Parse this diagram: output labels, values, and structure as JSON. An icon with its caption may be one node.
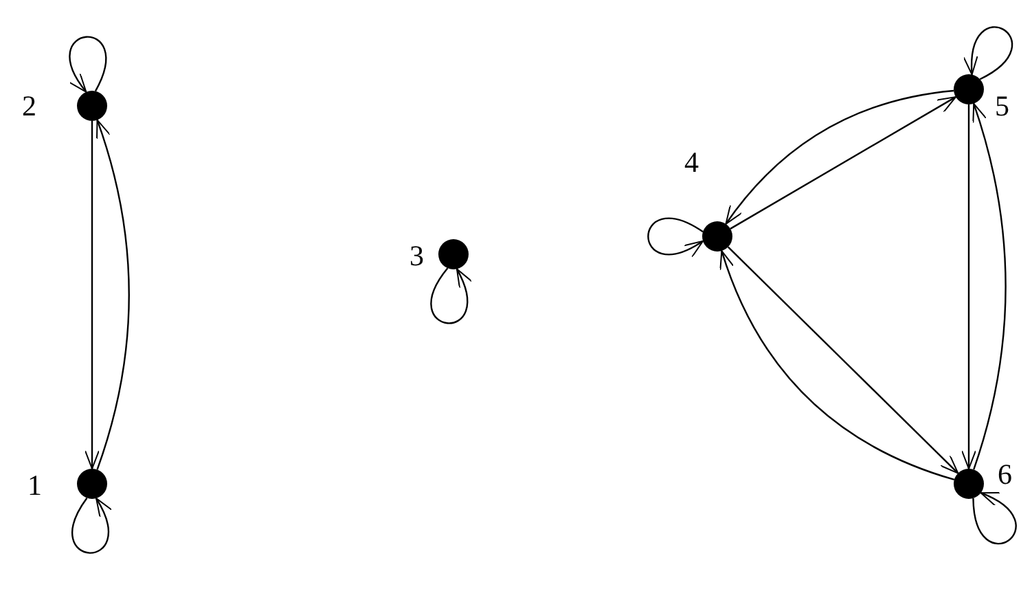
{
  "diagram": {
    "nodes": [
      {
        "text": [],
        "shape": "circle",
        "beside": [
          "2"
        ]
      },
      {
        "text": [],
        "shape": "circle",
        "beside": [
          "1"
        ]
      },
      {
        "text": [],
        "shape": "circle",
        "beside": [
          "3"
        ]
      },
      {
        "text": [],
        "shape": "circle",
        "beside": [
          "4"
        ]
      },
      {
        "text": [],
        "shape": "circle",
        "beside": [
          "5"
        ]
      },
      {
        "text": [],
        "shape": "circle",
        "beside": [
          "6"
        ]
      }
    ],
    "edges": [
      {
        "from": 0,
        "to": 0,
        "arrow": "to"
      },
      {
        "from": 0,
        "to": 1,
        "arrow": "to"
      },
      {
        "from": 1,
        "to": 0,
        "arrow": "to"
      },
      {
        "from": 1,
        "to": 1,
        "arrow": "to"
      },
      {
        "from": 2,
        "to": 2,
        "arrow": "to"
      },
      {
        "from": 3,
        "to": 3,
        "arrow": "to"
      },
      {
        "from": 4,
        "to": 3,
        "arrow": "to"
      },
      {
        "from": 3,
        "to": 4,
        "arrow": "to"
      },
      {
        "from": 3,
        "to": 5,
        "arrow": "to"
      },
      {
        "from": 5,
        "to": 3,
        "arrow": "to"
      },
      {
        "from": 4,
        "to": 4,
        "arrow": "to"
      },
      {
        "from": 4,
        "to": 5,
        "arrow": "to"
      },
      {
        "from": 5,
        "to": 4,
        "arrow": "to"
      },
      {
        "from": 5,
        "to": 5,
        "arrow": "to"
      }
    ]
  }
}
